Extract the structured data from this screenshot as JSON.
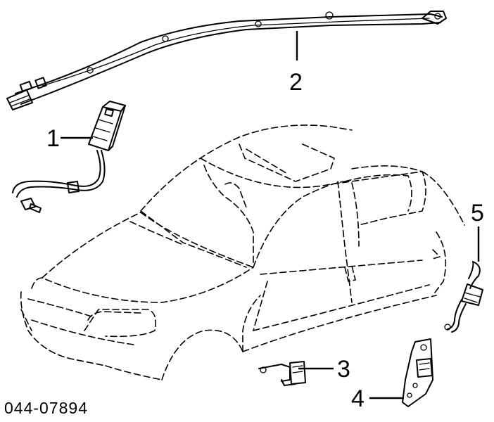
{
  "callouts": {
    "c1": "1",
    "c2": "2",
    "c3": "3",
    "c4": "4",
    "c5": "5"
  },
  "diagram_code": "044-07894",
  "colors": {
    "ink": "#000000",
    "background": "#ffffff"
  }
}
